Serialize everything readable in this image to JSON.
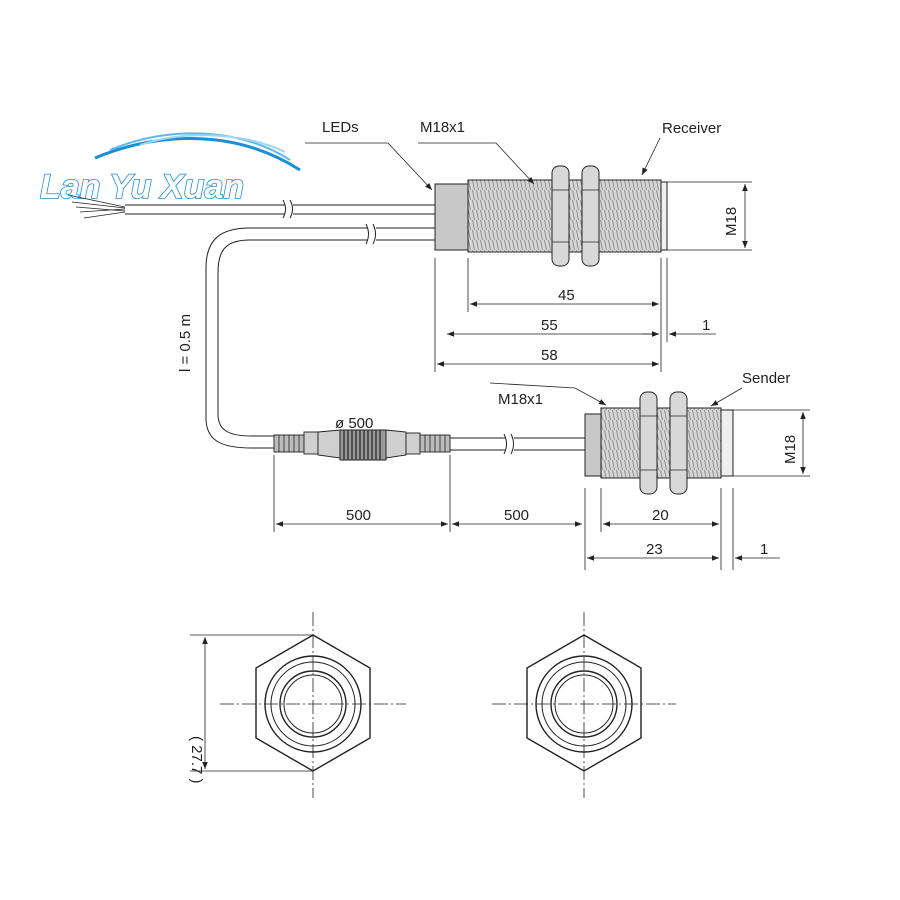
{
  "logo": {
    "text": "Lan Yu Xuan"
  },
  "labels": {
    "leds": "LEDs",
    "thread_top": "M18x1",
    "receiver": "Receiver",
    "sender": "Sender",
    "thread_bottom": "M18x1",
    "diam_receiver": "M18",
    "diam_sender": "M18",
    "cable_length": "l = 0.5 m",
    "connector": "ø 500"
  },
  "dimensions": {
    "receiver": {
      "thread": "45",
      "body": "55",
      "overall": "58",
      "cap": "1"
    },
    "sender": {
      "thread": "20",
      "overall": "23",
      "cap": "1"
    },
    "cable": {
      "left": "500",
      "right": "500"
    },
    "nut_across_corners": "( 27.7 )"
  },
  "colors": {
    "body_fill": "#d4d4d4",
    "cap_fill": "#c8c8c8",
    "logo_blue": "#1a8fd6"
  }
}
